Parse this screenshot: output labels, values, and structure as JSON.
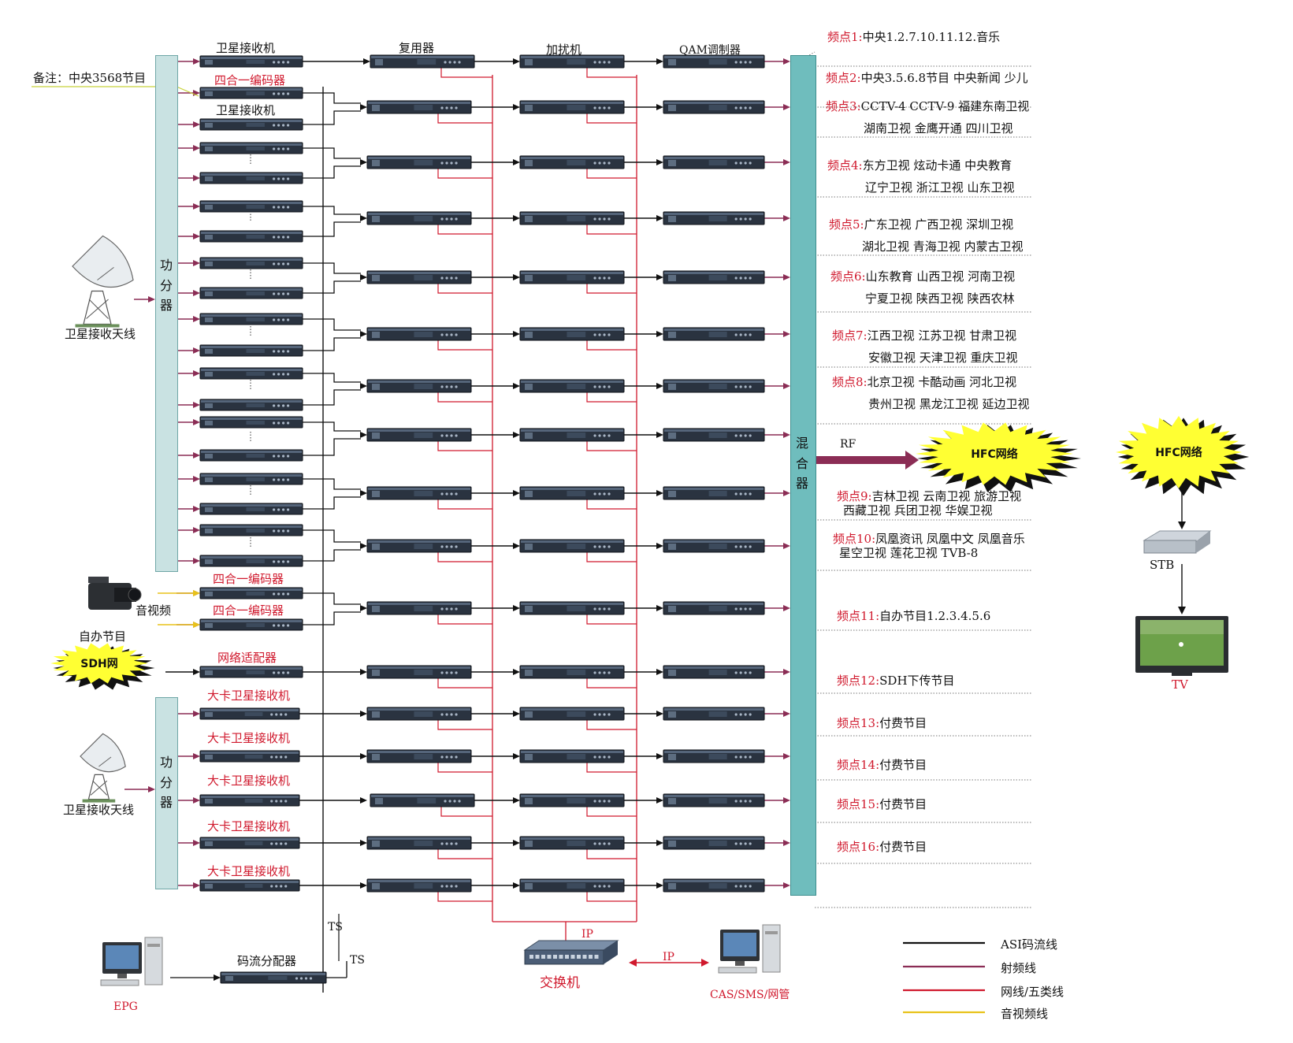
{
  "columns": {
    "satellite_receiver": "卫星接收机",
    "multiplexer": "复用器",
    "scrambler": "加扰机",
    "qam_modulator": "QAM调制器"
  },
  "left": {
    "note": "备注：中央3568节目",
    "encoder_4in1": "四合一编码器",
    "satellite_receiver_2": "卫星接收机",
    "power_splitter": [
      "功",
      "分",
      "器"
    ],
    "antenna_top": "卫星接收天线",
    "av_label": "音视频",
    "self_program": "自办节目",
    "sdh_net": "SDH网",
    "network_adapter": "网络适配器",
    "big_card_receiver": "大卡卫星接收机",
    "antenna_bottom": "卫星接收天线",
    "ts": "TS",
    "stream_distributor": "码流分配器",
    "epg": "EPG"
  },
  "center": {
    "ip": "IP",
    "switch": "交换机",
    "cas": "CAS/SMS/网管"
  },
  "right": {
    "mixer": [
      "混",
      "合",
      "器"
    ],
    "rf": "RF",
    "hfc": "HFC网络",
    "stb": "STB",
    "tv": "TV"
  },
  "frequencies": [
    {
      "num": "频点1:",
      "line1": "中央1.2.7.10.11.12.音乐",
      "line2": ""
    },
    {
      "num": "频点2:",
      "line1": "中央3.5.6.8节目 中央新闻 少儿",
      "line2": ""
    },
    {
      "num": "频点3:",
      "line1": "CCTV-4 CCTV-9 福建东南卫视",
      "line2": "湖南卫视 金鹰开通 四川卫视"
    },
    {
      "num": "频点4:",
      "line1": "东方卫视 炫动卡通 中央教育",
      "line2": "辽宁卫视 浙江卫视 山东卫视"
    },
    {
      "num": "频点5:",
      "line1": "广东卫视 广西卫视 深圳卫视",
      "line2": "湖北卫视 青海卫视 内蒙古卫视"
    },
    {
      "num": "频点6:",
      "line1": "山东教育 山西卫视 河南卫视",
      "line2": "宁夏卫视 陕西卫视 陕西农林"
    },
    {
      "num": "频点7:",
      "line1": "江西卫视 江苏卫视 甘肃卫视",
      "line2": "安徽卫视 天津卫视 重庆卫视"
    },
    {
      "num": "频点8:",
      "line1": "北京卫视 卡酷动画 河北卫视",
      "line2": "贵州卫视 黑龙江卫视 延边卫视"
    },
    {
      "num": "频点9:",
      "line1": "吉林卫视 云南卫视 旅游卫视",
      "line2": "西藏卫视 兵团卫视 华娱卫视"
    },
    {
      "num": "频点10:",
      "line1": "凤凰资讯 凤凰中文 凤凰音乐",
      "line2": "星空卫视 莲花卫视 TVB-8"
    },
    {
      "num": "频点11:",
      "line1": "自办节目1.2.3.4.5.6",
      "line2": ""
    },
    {
      "num": "频点12:",
      "line1": "SDH下传节目",
      "line2": ""
    },
    {
      "num": "频点13:",
      "line1": "付费节目",
      "line2": ""
    },
    {
      "num": "频点14:",
      "line1": "付费节目",
      "line2": ""
    },
    {
      "num": "频点15:",
      "line1": "付费节目",
      "line2": ""
    },
    {
      "num": "频点16:",
      "line1": "付费节目",
      "line2": ""
    }
  ],
  "legend": [
    {
      "label": "ASI码流线",
      "color": "#111111"
    },
    {
      "label": "射频线",
      "color": "#8b2d55"
    },
    {
      "label": "网线/五类线",
      "color": "#d0192d"
    },
    {
      "label": "音视频线",
      "color": "#e8c21a"
    }
  ],
  "colors": {
    "asi": "#111111",
    "rf": "#8b2d55",
    "net": "#d0192d",
    "av": "#e8c21a",
    "splitter": "#c9e2e2",
    "mixer": "#6fbdbd",
    "burst": "#ffff33"
  }
}
